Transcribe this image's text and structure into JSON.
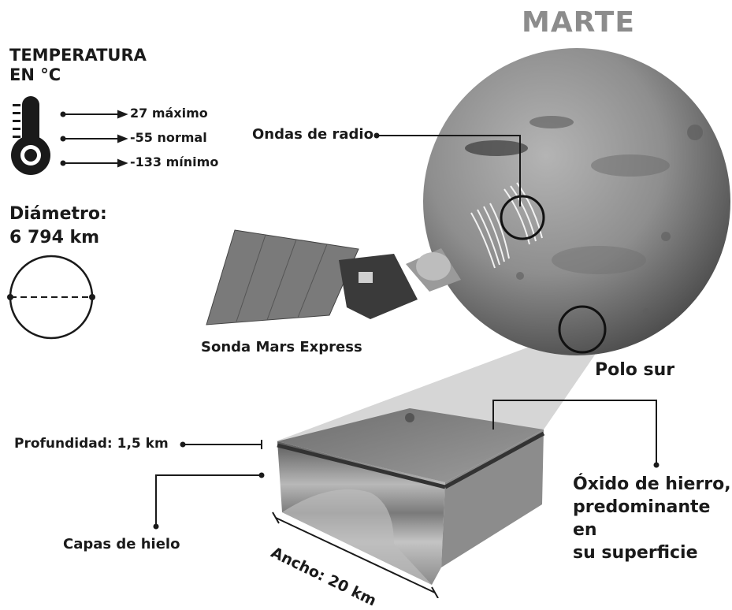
{
  "title": "MARTE",
  "temperature": {
    "heading_line1": "TEMPERATURA",
    "heading_line2": "EN °C",
    "icon": "thermometer-icon",
    "readings": [
      {
        "label": "27 máximo"
      },
      {
        "label": "-55 normal"
      },
      {
        "label": "-133 mínimo"
      }
    ]
  },
  "diameter": {
    "label": "Diámetro:",
    "value": "6 794 km"
  },
  "labels": {
    "radio_waves": "Ondas de radio",
    "probe": "Sonda Mars Express",
    "south_pole": "Polo sur",
    "depth": "Profundidad: 1,5 km",
    "ice_layers": "Capas de hielo",
    "width": "Ancho: 20 km",
    "iron_oxide_line1": "Óxido de hierro,",
    "iron_oxide_line2": "predominante en",
    "iron_oxide_line3": "su superficie"
  },
  "colors": {
    "title": "#8c8c8c",
    "planet": "#8a8a8a",
    "text": "#1a1a1a"
  }
}
